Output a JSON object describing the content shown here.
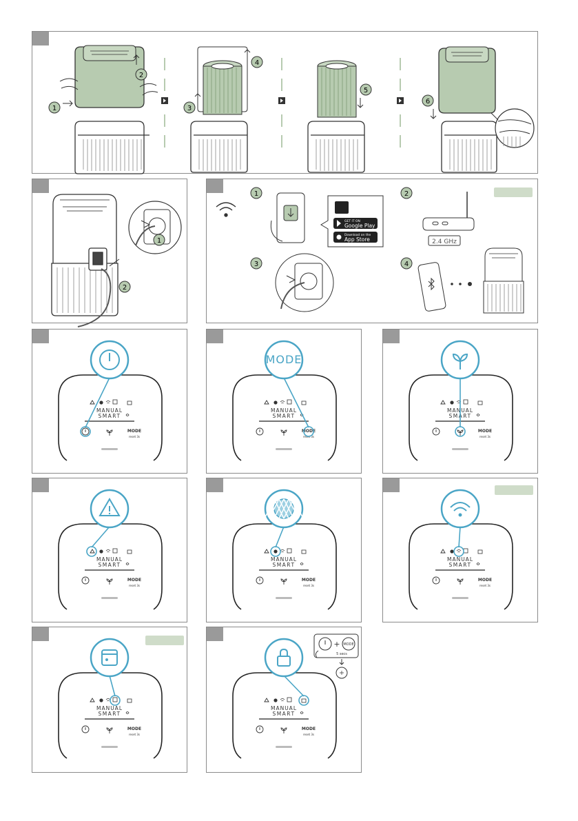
{
  "steps": {
    "s1": "1",
    "s2": "2",
    "s3": "3",
    "s4": "4",
    "s5": "5",
    "s6": "6"
  },
  "plug": {
    "s1": "1",
    "s2": "2"
  },
  "app": {
    "s1": "1",
    "s2": "2",
    "s3": "3",
    "s4": "4",
    "google_small": "GET IT ON",
    "google_big": "Google Play",
    "apple_small": "Download on the",
    "apple_big": "App Store",
    "ghz": "2.4 GHz"
  },
  "control": {
    "manual": "MANUAL",
    "smart": "SMART",
    "mode": "MODE",
    "reset": "reset 3s",
    "zoom_mode": "MODE"
  },
  "lock_hint": {
    "mode": "MODE",
    "plus": "+",
    "secs": "5 secs"
  },
  "colors": {
    "accent": "#4aa5c6",
    "green": "#b7cbb0",
    "badge": "#cfdcc9",
    "line": "#333333"
  }
}
